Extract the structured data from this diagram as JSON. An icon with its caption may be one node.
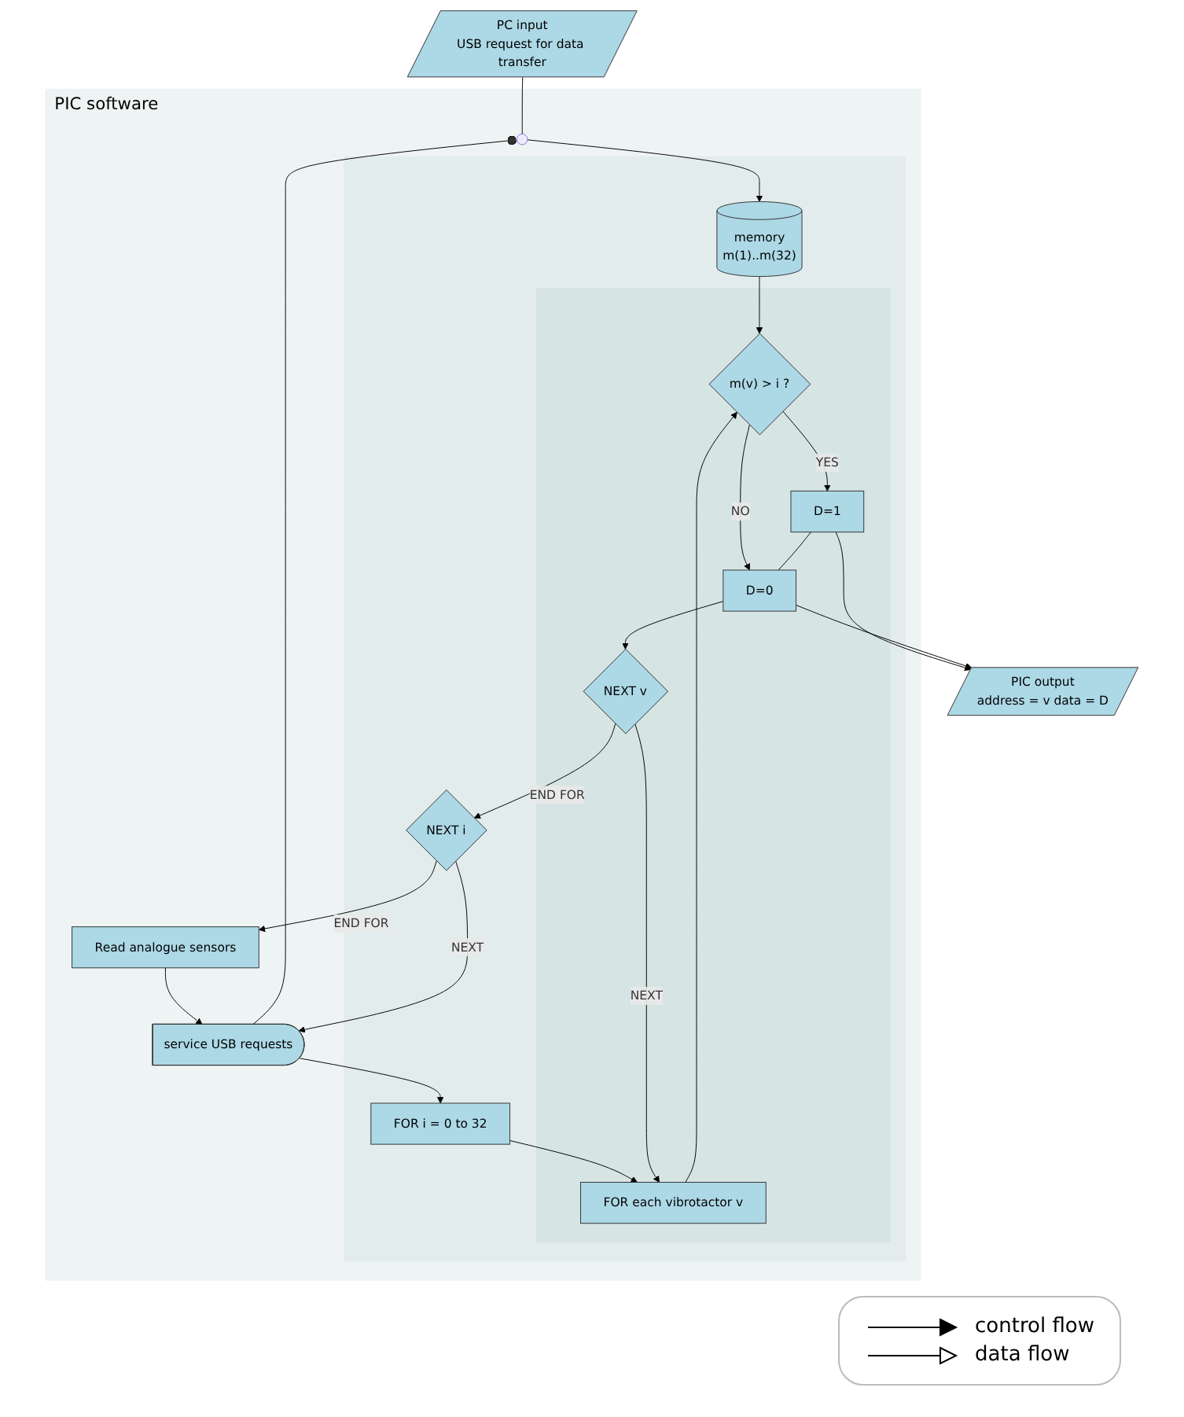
{
  "diagram": {
    "nodes": [
      {
        "text": [
          "PC input",
          "USB request for data transfer"
        ]
      },
      {
        "text": [
          "PIC output",
          "address = v data = D"
        ]
      },
      {
        "text": [
          "PIC software"
        ]
      },
      {
        "text": [
          "Read analogue sensors"
        ],
        "in": 2
      },
      {
        "text": [
          "service USB requests"
        ],
        "in": 2
      },
      {
        "text": [],
        "shape": "switch",
        "in": 2
      },
      {
        "text": [],
        "shape": "box",
        "in": 2
      },
      {
        "text": [
          "FOR i = 0 to 32"
        ],
        "in": 6
      },
      {
        "text": [
          "memory",
          "m(1)..m(32)"
        ],
        "in": 6
      },
      {
        "text": [],
        "shape": "box",
        "in": 6
      },
      {
        "text": [
          "FOR each vibrotactor v"
        ],
        "in": 9
      },
      {
        "text": [
          "m(v) > i ?"
        ],
        "in": 9
      },
      {
        "text": [
          "D=1"
        ],
        "in": 9
      },
      {
        "text": [
          "D=0"
        ],
        "in": 9
      },
      {
        "text": [
          "NEXT v"
        ],
        "in": 9
      },
      {
        "text": [
          "NEXT i"
        ],
        "in": 6
      }
    ],
    "edges": [
      {
        "from": 3,
        "to": 4,
        "arrow": "to"
      },
      {
        "from": 4,
        "to": 7,
        "arrow": "to"
      },
      {
        "from": 7,
        "to": 10,
        "arrow": "to"
      },
      {
        "from": 10,
        "to": 11,
        "arrow": "to"
      },
      {
        "from": 11,
        "to": 12,
        "arrow": "to",
        "label": "YES"
      },
      {
        "from": 11,
        "to": 13,
        "arrow": "to",
        "label": "NO"
      },
      {
        "from": 12,
        "to": 13,
        "arrow": "none"
      },
      {
        "from": 13,
        "to": 14,
        "arrow": "to"
      },
      {
        "from": 14,
        "to": 10,
        "arrow": "to",
        "label": "NEXT"
      },
      {
        "from": 14,
        "to": 15,
        "arrow": "to",
        "label": "END FOR"
      },
      {
        "from": 15,
        "to": 4,
        "arrow": "to",
        "label": "NEXT"
      },
      {
        "from": 15,
        "to": 3,
        "arrow": "to",
        "label": "END FOR"
      },
      {
        "from": 4,
        "to": 5,
        "arrow": "other"
      },
      {
        "from": 0,
        "to": 5,
        "arrow": "none"
      },
      {
        "from": 5,
        "to": 8,
        "arrow": "to"
      },
      {
        "from": 8,
        "to": 11,
        "arrow": "to"
      },
      {
        "from": 12,
        "to": 1,
        "arrow": "to"
      },
      {
        "from": 13,
        "to": 1,
        "arrow": "to"
      }
    ],
    "legend": [
      {
        "text": "control flow"
      },
      {
        "text": "data flow"
      }
    ]
  }
}
